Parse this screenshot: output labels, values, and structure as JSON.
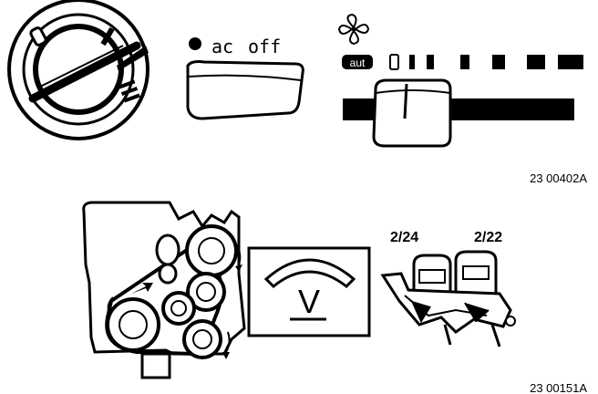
{
  "top_panel": {
    "ac_label": "ac",
    "off_label": "off",
    "auto_badge": "aut",
    "fan_icon": "fan-icon",
    "figure_ref": "23 00402A"
  },
  "bottom_panel": {
    "voltmeter_symbol": "V",
    "valve_left_label": "2/24",
    "valve_right_label": "2/22",
    "figure_ref": "23 00151A"
  }
}
